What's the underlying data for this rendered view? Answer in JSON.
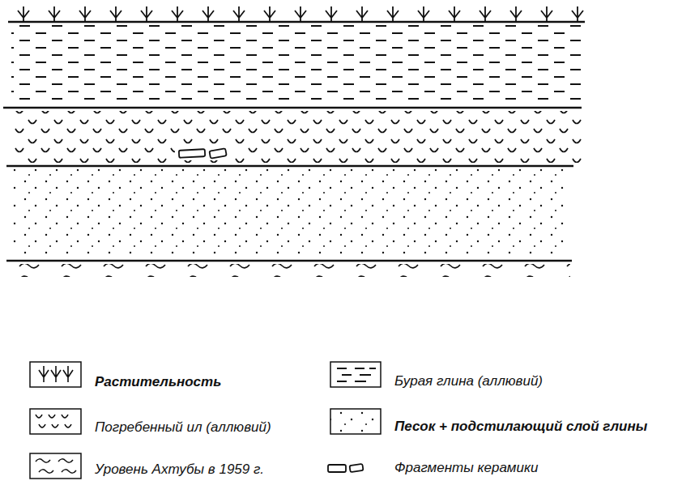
{
  "diagram": {
    "legend": [
      {
        "text": "Растительность"
      },
      {
        "text": "Бурая глина (аллювий)"
      },
      {
        "text": "Погребенный ил (аллювий)"
      },
      {
        "text": "Песок + подстилающий слой глины"
      },
      {
        "text": "Уровень Ахтубы в 1959 г."
      },
      {
        "text": "Фрагменты керамики"
      }
    ]
  }
}
